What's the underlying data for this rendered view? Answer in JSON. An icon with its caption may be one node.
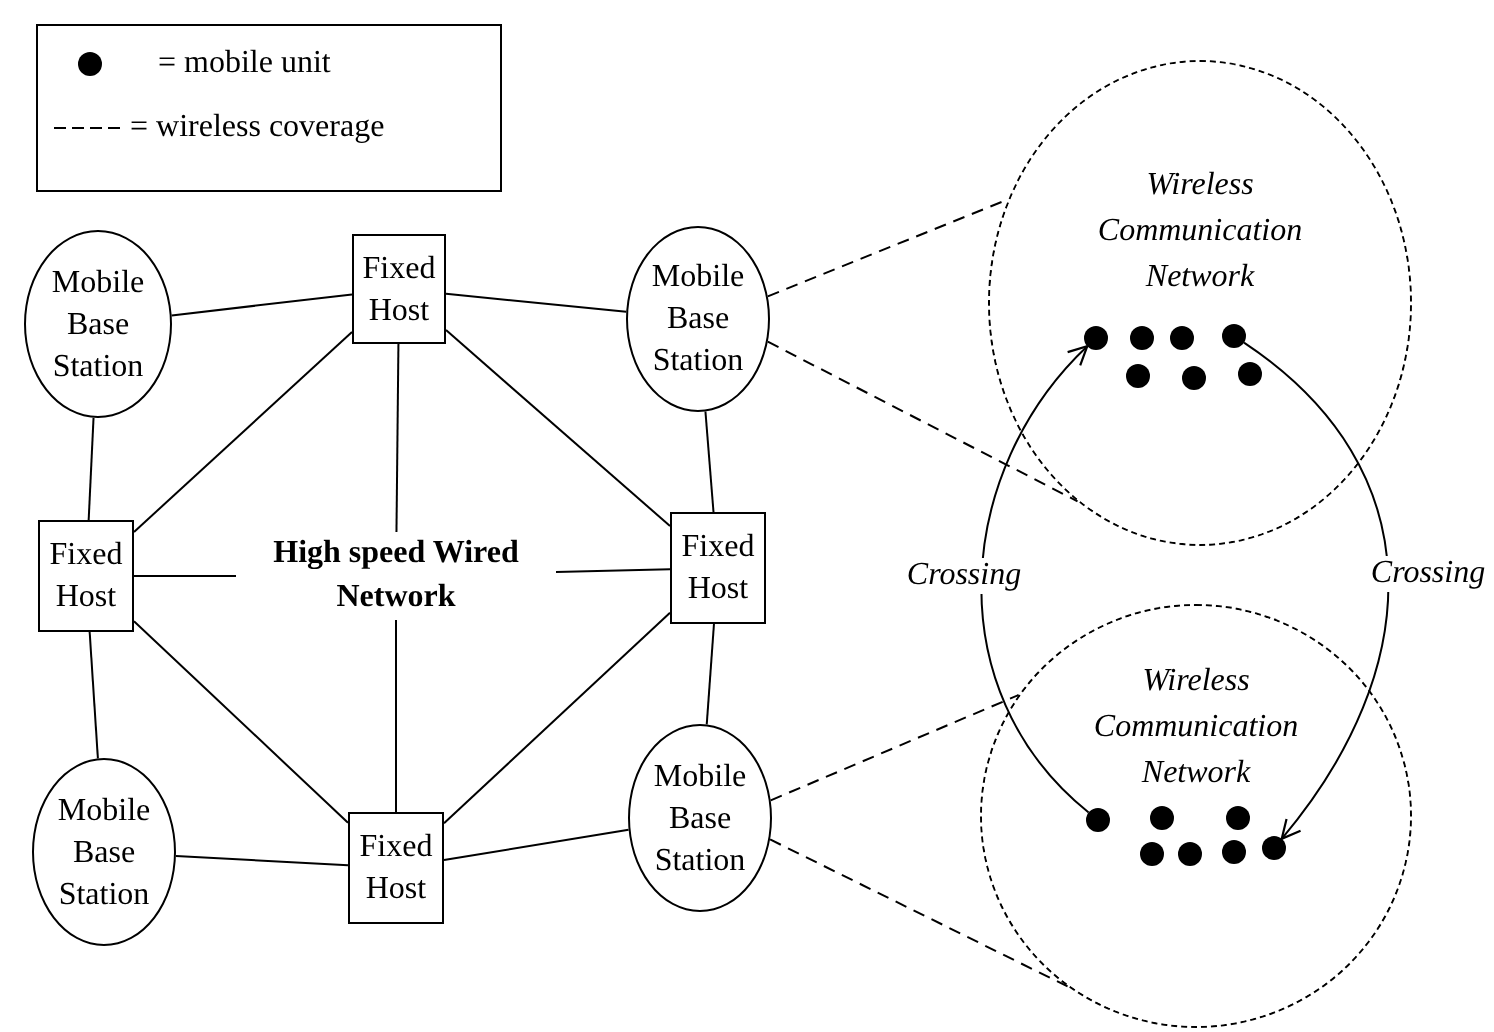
{
  "diagram": {
    "nodes": [
      {
        "text": [
          "Mobile Base Station"
        ]
      },
      {
        "text": [
          "Fixed Host"
        ]
      },
      {
        "text": [
          "Mobile Base Station"
        ]
      },
      {
        "text": [
          "Fixed Host"
        ]
      },
      {
        "text": [
          "High speed Wired Network"
        ]
      },
      {
        "text": [
          "Fixed Host"
        ]
      },
      {
        "text": [
          "Mobile Base Station"
        ]
      },
      {
        "text": [
          "Fixed Host"
        ]
      },
      {
        "text": [
          "Mobile Base Station"
        ]
      },
      {
        "text": [
          "Wireless Communication Network"
        ]
      },
      {
        "text": [],
        "shape": "circle",
        "in": 9
      },
      {
        "text": [],
        "shape": "circle",
        "in": 9
      },
      {
        "text": [],
        "shape": "circle",
        "in": 9
      },
      {
        "text": [],
        "shape": "circle",
        "in": 9
      },
      {
        "text": [],
        "shape": "circle",
        "in": 9
      },
      {
        "text": [],
        "shape": "circle",
        "in": 9
      },
      {
        "text": [],
        "shape": "circle",
        "in": 9
      },
      {
        "text": [
          "Wireless Communication Network"
        ]
      },
      {
        "text": [],
        "shape": "circle",
        "in": 17
      },
      {
        "text": [],
        "shape": "circle",
        "in": 17
      },
      {
        "text": [],
        "shape": "circle",
        "in": 17
      },
      {
        "text": [],
        "shape": "circle",
        "in": 17
      },
      {
        "text": [],
        "shape": "circle",
        "in": 17
      },
      {
        "text": [],
        "shape": "circle",
        "in": 17
      },
      {
        "text": [],
        "shape": "circle",
        "in": 17
      }
    ],
    "edges": [
      {
        "from": 0,
        "to": 1,
        "arrow": "none"
      },
      {
        "from": 1,
        "to": 2,
        "arrow": "none"
      },
      {
        "from": 0,
        "to": 3,
        "arrow": "none"
      },
      {
        "from": 2,
        "to": 5,
        "arrow": "none"
      },
      {
        "from": 3,
        "to": 6,
        "arrow": "none"
      },
      {
        "from": 5,
        "to": 8,
        "arrow": "none"
      },
      {
        "from": 6,
        "to": 7,
        "arrow": "none"
      },
      {
        "from": 7,
        "to": 8,
        "arrow": "none"
      },
      {
        "from": 1,
        "to": 3,
        "arrow": "none"
      },
      {
        "from": 1,
        "to": 5,
        "arrow": "none"
      },
      {
        "from": 7,
        "to": 3,
        "arrow": "none"
      },
      {
        "from": 7,
        "to": 5,
        "arrow": "none"
      },
      {
        "from": 1,
        "to": 4,
        "arrow": "none"
      },
      {
        "from": 3,
        "to": 4,
        "arrow": "none"
      },
      {
        "from": 5,
        "to": 4,
        "arrow": "none"
      },
      {
        "from": 7,
        "to": 4,
        "arrow": "none"
      },
      {
        "from": 2,
        "to": 9,
        "arrow": "none",
        "style": "dashed"
      },
      {
        "from": 2,
        "to": 9,
        "arrow": "none",
        "style": "dashed"
      },
      {
        "from": 8,
        "to": 17,
        "arrow": "none",
        "style": "dashed"
      },
      {
        "from": 8,
        "to": 17,
        "arrow": "none",
        "style": "dashed"
      },
      {
        "from": 18,
        "to": 10,
        "arrow": "to",
        "label": "Crossing"
      },
      {
        "from": 13,
        "to": 24,
        "arrow": "to",
        "label": "Crossing"
      }
    ],
    "legend": [
      {
        "text": "= mobile unit"
      },
      {
        "text": "= wireless coverage"
      }
    ]
  }
}
